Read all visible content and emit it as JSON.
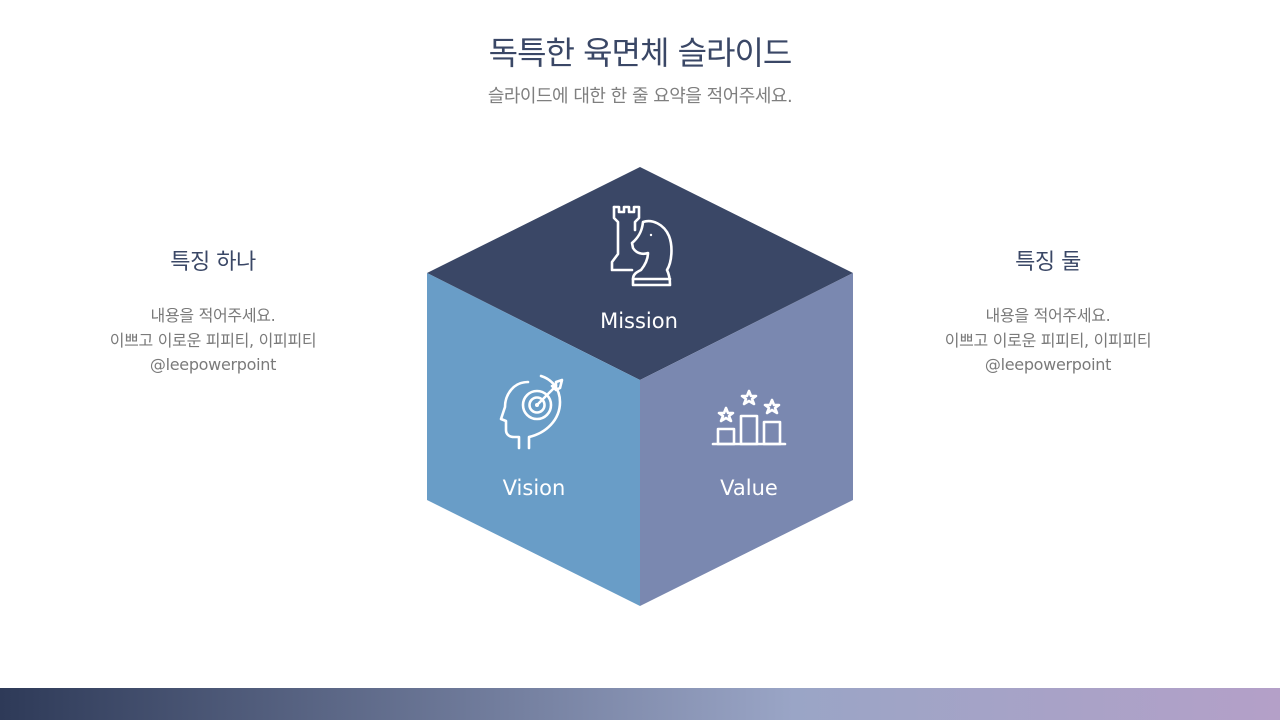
{
  "slide": {
    "title": "독특한 육면체 슬라이드",
    "subtitle": "슬라이드에 대한 한 줄 요약을 적어주세요."
  },
  "features": {
    "left": {
      "title": "특징 하나",
      "lines": [
        "내용을 적어주세요.",
        "이쁘고 이로운 피피티, 이피피티",
        "@leepowerpoint"
      ]
    },
    "right": {
      "title": "특징 둘",
      "lines": [
        "내용을 적어주세요.",
        "이쁘고 이로운 피피티, 이피피티",
        "@leepowerpoint"
      ]
    }
  },
  "cube": {
    "top": {
      "label": "Mission",
      "icon": "chess-rook-knight-icon",
      "color": "#3a4766"
    },
    "left": {
      "label": "Vision",
      "icon": "head-target-icon",
      "color": "#699dc7"
    },
    "right": {
      "label": "Value",
      "icon": "podium-stars-icon",
      "color": "#7a88b0"
    }
  },
  "colors": {
    "heading": "#3a4766",
    "body_text": "#7a7a7a",
    "gradient_start": "#2e3a58",
    "gradient_mid": "#9aa5c6",
    "gradient_end": "#b4a0c8"
  }
}
